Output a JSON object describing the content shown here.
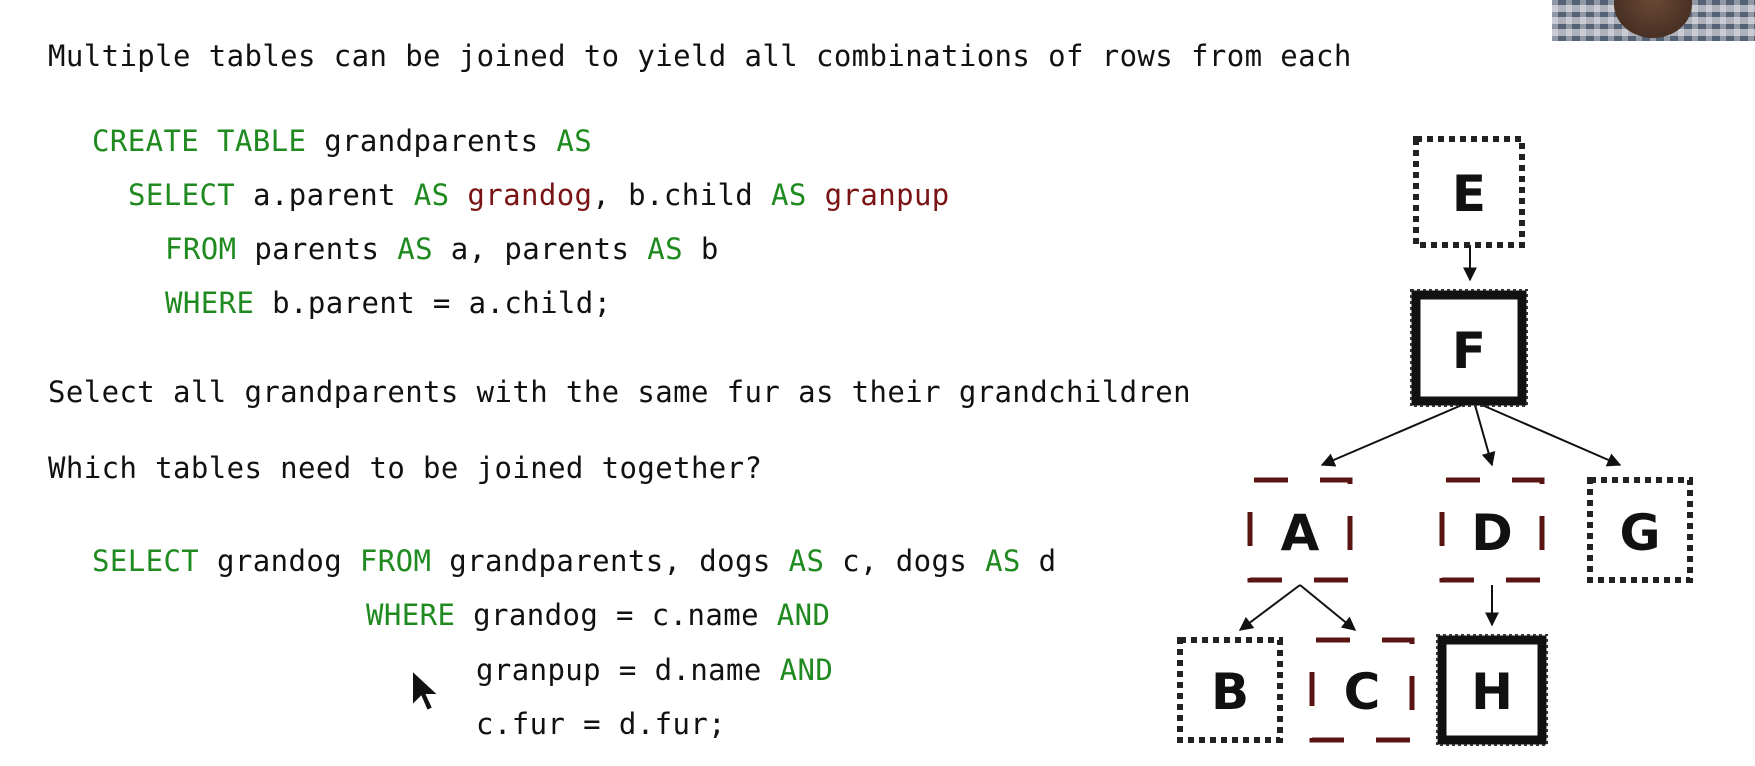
{
  "slide": {
    "heading": "Multiple tables can be joined to yield all combinations of rows from each",
    "query1": {
      "line1": {
        "kw1": "CREATE TABLE",
        "t1": " grandparents ",
        "kw2": "AS"
      },
      "line2": {
        "kw1": "SELECT",
        "t1": " a.parent ",
        "kw2": "AS",
        "sp1": " ",
        "alias1": "grandog",
        "t2": ", b.child ",
        "kw3": "AS",
        "sp2": " ",
        "alias2": "granpup"
      },
      "line3": {
        "kw1": "FROM",
        "t1": " parents ",
        "kw2": "AS",
        "t2": " a, parents ",
        "kw3": "AS",
        "t3": " b"
      },
      "line4": {
        "kw1": "WHERE",
        "t1": " b.parent = a.child;"
      }
    },
    "prompt1": "Select all grandparents with the same fur as their grandchildren",
    "prompt2": "Which tables need to be joined together?",
    "query2": {
      "line1": {
        "kw1": "SELECT",
        "t1": " grandog ",
        "kw2": "FROM",
        "t2": " grandparents, dogs ",
        "kw3": "AS",
        "t3": " c, dogs ",
        "kw4": "AS",
        "t4": " d"
      },
      "line2": {
        "kw1": "WHERE",
        "t1": " grandog = c.name ",
        "kw2": "AND"
      },
      "line3": {
        "t1": "granpup = d.name ",
        "kw1": "AND"
      },
      "line4": {
        "t1": "c.fur = d.fur;"
      }
    },
    "tree": {
      "nodes": {
        "E": {
          "label": "E",
          "style": "dotted"
        },
        "F": {
          "label": "F",
          "style": "thick"
        },
        "A": {
          "label": "A",
          "style": "dashed"
        },
        "D": {
          "label": "D",
          "style": "dashed"
        },
        "G": {
          "label": "G",
          "style": "dotted"
        },
        "B": {
          "label": "B",
          "style": "dotted"
        },
        "C": {
          "label": "C",
          "style": "dashed"
        },
        "H": {
          "label": "H",
          "style": "thick"
        }
      }
    }
  },
  "colors": {
    "keyword": "#1f8a1f",
    "alias": "#7a1414",
    "text": "#111111",
    "dashed_border": "#5a1414"
  }
}
